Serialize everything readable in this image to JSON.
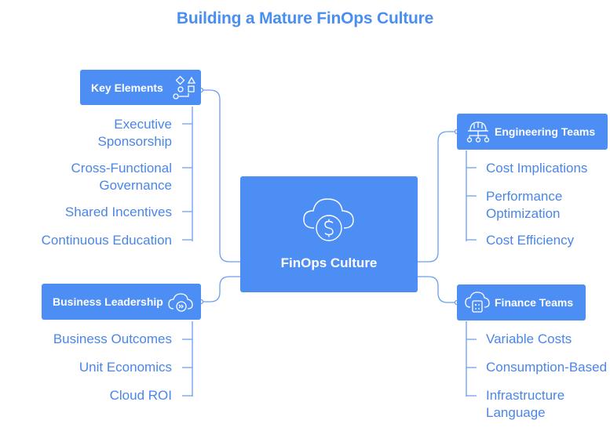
{
  "title": "Building a Mature FinOps Culture",
  "center": {
    "label": "FinOps Culture",
    "icon": "cloud-dollar-icon"
  },
  "branches": {
    "key_elements": {
      "label": "Key Elements",
      "icon": "shapes-icon",
      "items": [
        "Executive Sponsorship",
        "Cross-Functional Governance",
        "Shared Incentives",
        "Continuous Education"
      ]
    },
    "business_leadership": {
      "label": "Business Leadership",
      "icon": "cloud-forward-icon",
      "items": [
        "Business Outcomes",
        "Unit Economics",
        "Cloud ROI"
      ]
    },
    "engineering_teams": {
      "label": "Engineering Teams",
      "icon": "hardhat-network-icon",
      "items": [
        "Cost Implications",
        "Performance Optimization",
        "Cost Efficiency"
      ]
    },
    "finance_teams": {
      "label": "Finance Teams",
      "icon": "cloud-calculator-icon",
      "items": [
        "Variable Costs",
        "Consumption-Based",
        "Infrastructure Language"
      ]
    }
  },
  "colors": {
    "accent": "#4d8ef5",
    "text": "#4a86e8",
    "line": "#6a9ef0"
  }
}
